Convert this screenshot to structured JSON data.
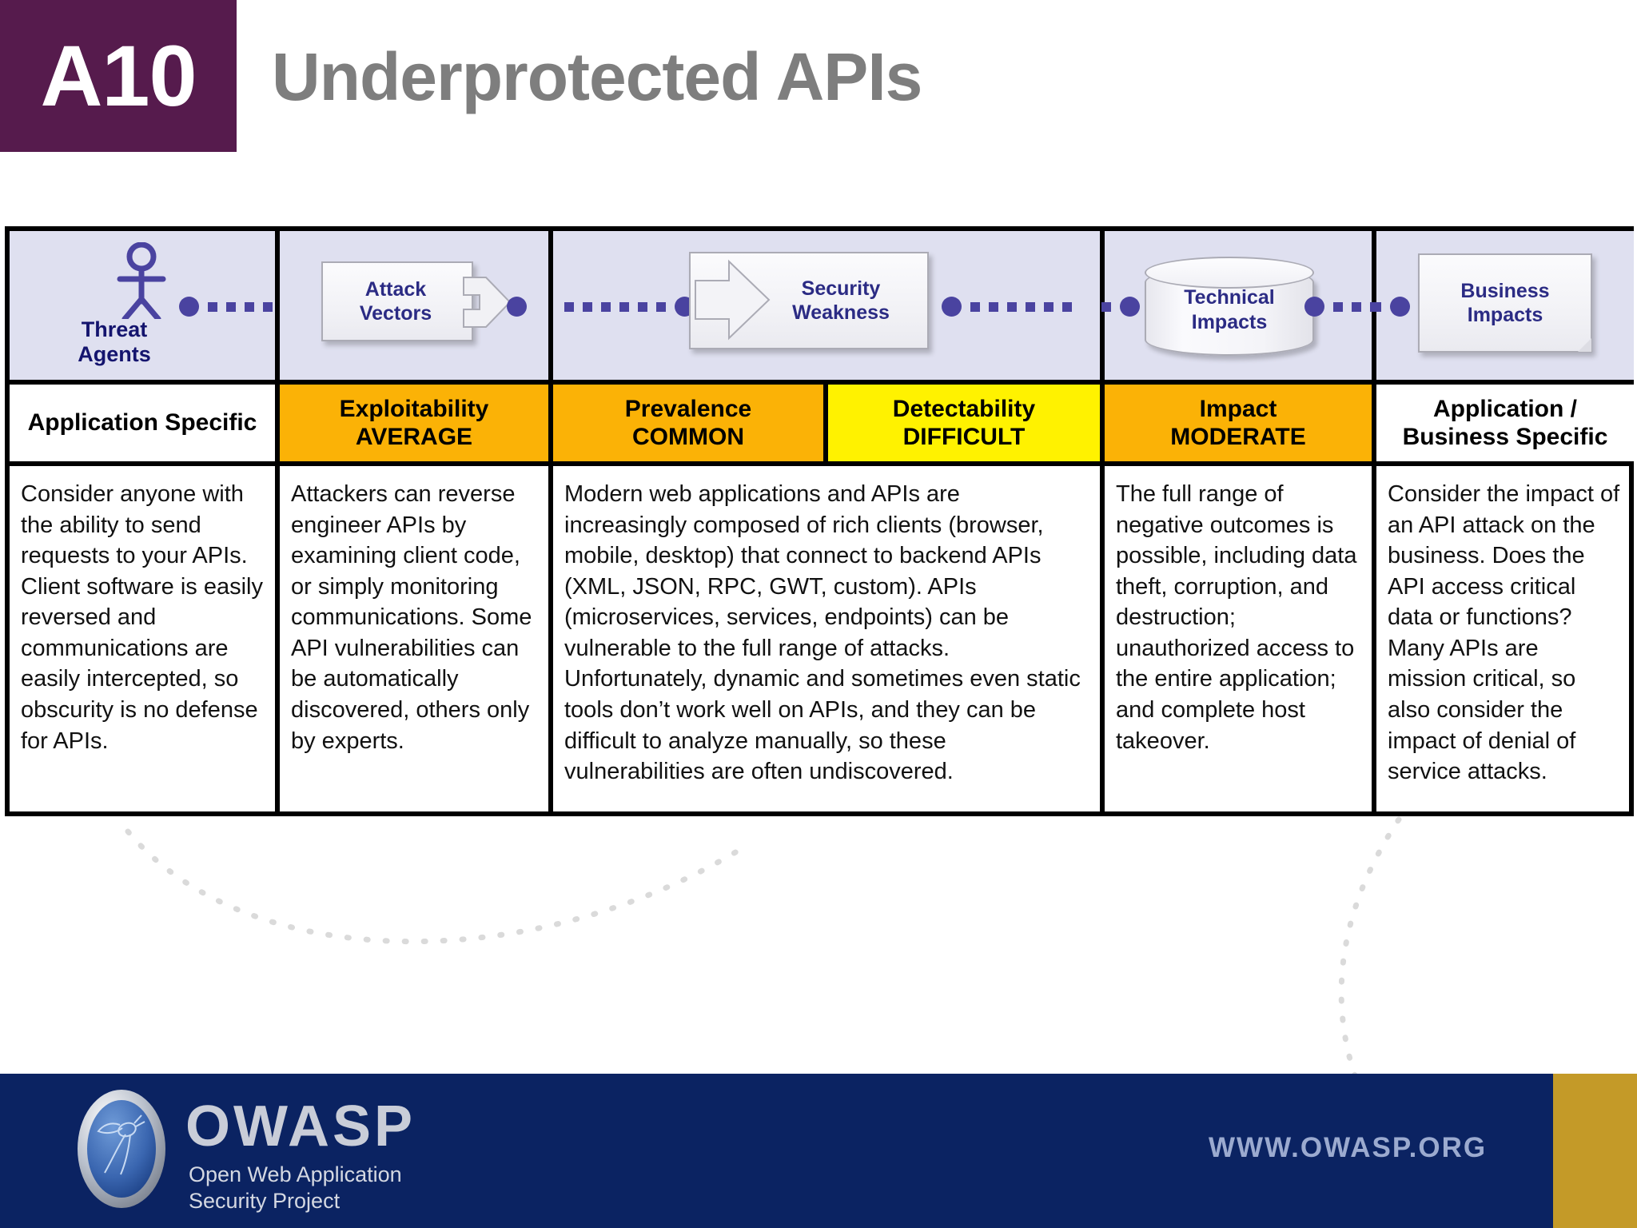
{
  "header": {
    "rank": "A10",
    "title": "Underprotected APIs"
  },
  "colors": {
    "rank_badge_purple": "#561B4D",
    "title_gray": "#7E7E7E",
    "diagram_lavender": "#DFE0F0",
    "node_navy_text": "#2B2B84",
    "rating_orange": "#FBB206",
    "rating_yellow": "#FFF200",
    "footer_navy": "#0B2362",
    "footer_gold": "#C49A28",
    "connector_purple": "#4A43A0"
  },
  "diagram": {
    "nodes": [
      {
        "name": "threat-agents",
        "label": "Threat\nAgents",
        "label_line1": "Threat",
        "label_line2": "Agents",
        "shape": "actor-stick-figure"
      },
      {
        "name": "attack-vectors",
        "label_line1": "Attack",
        "label_line2": "Vectors",
        "shape": "chevron-box"
      },
      {
        "name": "security-weakness",
        "label_line1": "Security",
        "label_line2": "Weakness",
        "shape": "arrow-pentagon"
      },
      {
        "name": "technical-impacts",
        "label_line1": "Technical",
        "label_line2": "Impacts",
        "shape": "cylinder"
      },
      {
        "name": "business-impacts",
        "label_line1": "Business",
        "label_line2": "Impacts",
        "shape": "folded-document"
      }
    ]
  },
  "ratings": [
    {
      "name": "threat-agents",
      "title": "Application Specific",
      "value": "",
      "background": "#FFFFFF"
    },
    {
      "name": "exploitability",
      "title": "Exploitability",
      "value": "AVERAGE",
      "background": "#FBB206"
    },
    {
      "name": "prevalence",
      "title": "Prevalence",
      "value": "COMMON",
      "background": "#FBB206"
    },
    {
      "name": "detectability",
      "title": "Detectability",
      "value": "DIFFICULT",
      "background": "#FFF200"
    },
    {
      "name": "impact",
      "title": "Impact",
      "value": "MODERATE",
      "background": "#FBB206"
    },
    {
      "name": "business",
      "title": "Application /",
      "value": "Business Specific",
      "background": "#FFFFFF"
    }
  ],
  "descriptions": {
    "threat_agents": "Consider anyone with the ability to send requests to your APIs. Client software is easily reversed and communications are easily intercepted, so obscurity is no defense for APIs.",
    "attack_vectors": "Attackers can reverse engineer APIs by examining client code, or simply monitoring communications. Some API vulnerabilities can be automatically discovered, others only by experts.",
    "security_weakness": "Modern web applications and APIs are increasingly composed of rich clients (browser, mobile, desktop) that connect to backend APIs (XML, JSON, RPC, GWT, custom). APIs (microservices, services, endpoints) can be vulnerable to the full range of attacks. Unfortunately, dynamic and sometimes even static tools don’t work well on APIs, and they can be difficult to analyze manually, so these vulnerabilities are often undiscovered.",
    "technical_impacts": "The full range of negative outcomes is possible, including data theft, corruption, and destruction; unauthorized access to the entire application; and complete host takeover.",
    "business_impacts": "Consider the impact of an API attack on the business. Does the API access critical data or functions? Many APIs are mission critical, so also consider the impact of denial of service attacks."
  },
  "footer": {
    "wordmark": "OWASP",
    "tagline_line1": "Open Web Application",
    "tagline_line2": "Security Project",
    "url": "WWW.OWASP.ORG"
  }
}
